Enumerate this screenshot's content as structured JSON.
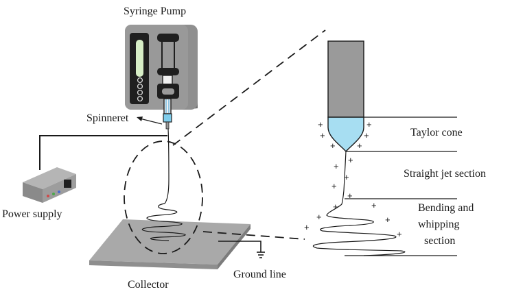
{
  "labels": {
    "syringe_pump": "Syringe Pump",
    "spinneret": "Spinneret",
    "power_supply": "Power supply",
    "collector": "Collector",
    "ground_line": "Ground line",
    "taylor_cone": "Taylor cone",
    "straight_jet": "Straight jet section",
    "bending_line1": "Bending and",
    "bending_line2": "whipping",
    "bending_line3": "section"
  },
  "charge_symbol": "+",
  "colors": {
    "pump_body": "#8f8f8f",
    "pump_side": "#7a7a7a",
    "pump_display": "#d7eec6",
    "needle_tube": "#9a9a9a",
    "taylor_cone_fluid": "#a7def2",
    "collector_plate": "#a9a9a9",
    "power_supply_body": "#9a9a9a",
    "line": "#1a1a1a"
  }
}
